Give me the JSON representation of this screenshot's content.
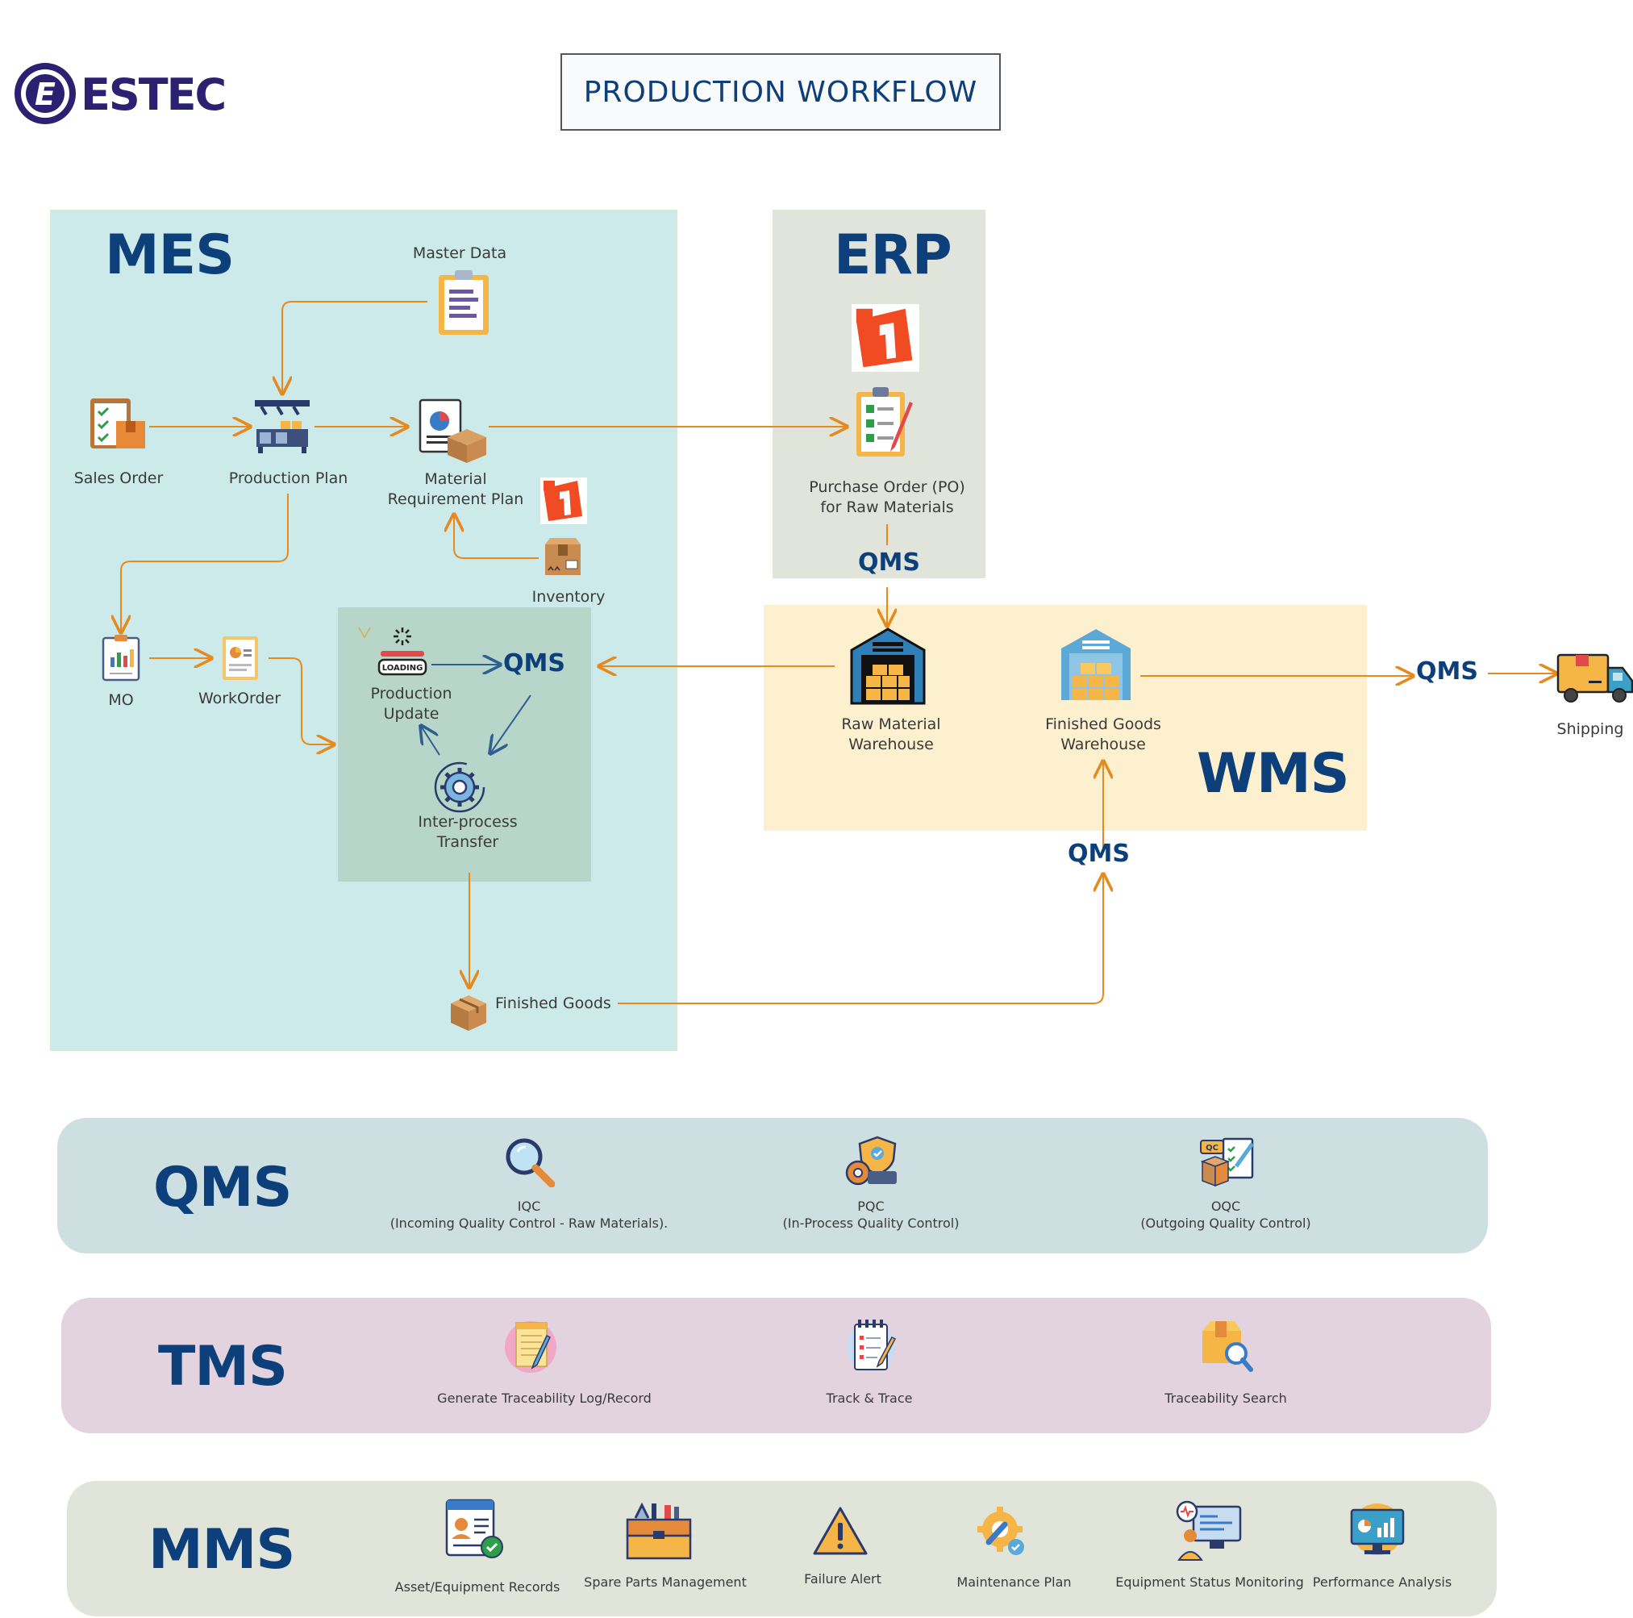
{
  "header": {
    "logo_text": "ESTEC",
    "title": "PRODUCTION WORKFLOW"
  },
  "mes": {
    "title": "MES",
    "master_data": "Master Data",
    "sales_order": "Sales Order",
    "production_plan": "Production Plan",
    "mrp": "Material\nRequirement Plan",
    "inventory": "Inventory",
    "mo": "MO",
    "workorder": "WorkOrder",
    "production_update": "Production\nUpdate",
    "loading_text": "LOADING",
    "qms_inner": "QMS",
    "inter_process": "Inter-process\nTransfer",
    "finished_goods": "Finished Goods"
  },
  "erp": {
    "title": "ERP",
    "po": "Purchase Order (PO)\nfor Raw Materials",
    "qms": "QMS"
  },
  "wms": {
    "title": "WMS",
    "raw_wh": "Raw Material\nWarehouse",
    "fg_wh": "Finished Goods\nWarehouse",
    "qms_out": "QMS",
    "qms_in": "QMS"
  },
  "shipping": "Shipping",
  "bands": {
    "qms": {
      "title": "QMS",
      "items": [
        {
          "title": "IQC",
          "sub": "(Incoming Quality Control - Raw Materials)."
        },
        {
          "title": "PQC",
          "sub": "(In-Process Quality Control)"
        },
        {
          "title": "OQC",
          "sub": "(Outgoing Quality Control)"
        }
      ]
    },
    "tms": {
      "title": "TMS",
      "items": [
        "Generate Traceability Log/Record",
        "Track & Trace",
        "Traceability Search"
      ]
    },
    "mms": {
      "title": "MMS",
      "items": [
        "Asset/Equipment Records",
        "Spare Parts Management",
        "Failure Alert",
        "Maintenance Plan",
        "Equipment Status Monitoring",
        "Performance Analysis"
      ]
    }
  },
  "colors": {
    "mes_bg": "#cdeaea",
    "erp_bg": "#e1e4da",
    "wms_bg": "#fdf0cf",
    "inner_bg": "#b8d5c9",
    "qms_band": "#cddfe0",
    "tms_band": "#e3d3df",
    "mms_band": "#e1e4d9",
    "arrow": "#e58a1f",
    "navy": "#0d3f7a"
  },
  "icons": [
    "logo-icon",
    "clipboard-icon",
    "sales-order-icon",
    "factory-icon",
    "mrp-icon",
    "erp-logo-icon",
    "inventory-box-icon",
    "mo-icon",
    "workorder-icon",
    "loading-icon",
    "gear-icon",
    "package-icon",
    "checklist-icon",
    "warehouse-icon",
    "truck-icon",
    "magnifier-icon",
    "shield-gear-icon",
    "qc-box-icon",
    "notepad-icon",
    "notebook-icon",
    "box-search-icon",
    "asset-record-icon",
    "toolbox-icon",
    "warning-icon",
    "gear-wrench-icon",
    "monitor-operator-icon",
    "dashboard-monitor-icon"
  ]
}
